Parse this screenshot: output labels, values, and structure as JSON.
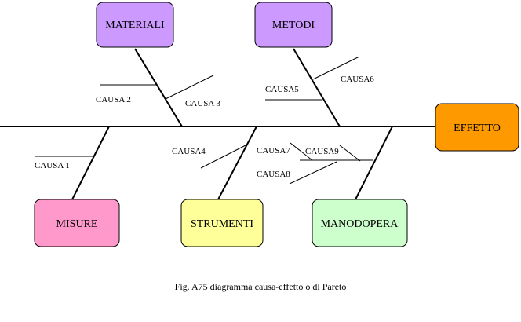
{
  "diagram": {
    "effect": {
      "label": "EFFETTO",
      "color": "#ff9900"
    },
    "categories": [
      {
        "id": "materiali",
        "label": "MATERIALI",
        "color": "#cc99ff"
      },
      {
        "id": "metodi",
        "label": "METODI",
        "color": "#cc99ff"
      },
      {
        "id": "misure",
        "label": "MISURE",
        "color": "#ff99cc"
      },
      {
        "id": "strumenti",
        "label": "STRUMENTI",
        "color": "#ffff99"
      },
      {
        "id": "manodopera",
        "label": "MANODOPERA",
        "color": "#ccffcc"
      }
    ],
    "causes": {
      "causa1": "CAUSA 1",
      "causa2": "CAUSA 2",
      "causa3": "CAUSA 3",
      "causa4": "CAUSA4",
      "causa5": "CAUSA5",
      "causa6": "CAUSA6",
      "causa7": "CAUSA7",
      "causa8": "CAUSA8",
      "causa9": "CAUSA9"
    },
    "caption": "Fig. A75 diagramma causa-effetto o di Pareto"
  }
}
